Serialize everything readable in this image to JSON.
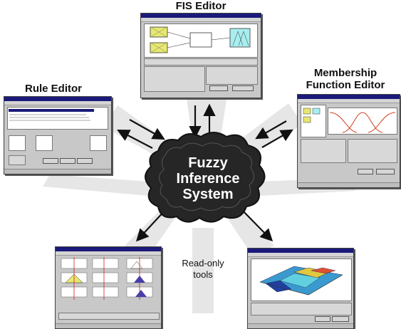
{
  "diagram": {
    "center_label_lines": [
      "Fuzzy",
      "Inference",
      "System"
    ],
    "windows": {
      "fis_editor": {
        "label": "FIS Editor"
      },
      "rule_editor": {
        "label": "Rule Editor"
      },
      "mf_editor": {
        "label_lines": [
          "Membership",
          "Function Editor"
        ]
      },
      "rule_viewer": {},
      "surface_viewer": {}
    },
    "readonly_label_lines": [
      "Read-only",
      "tools"
    ]
  },
  "colors": {
    "cloud_fill": "#262626",
    "ray": "#e6e6e6",
    "arrow": "#111111",
    "block_yellow": "#e8e870",
    "block_cyan": "#a8eef0",
    "titlebar": "#1a1a7a"
  }
}
